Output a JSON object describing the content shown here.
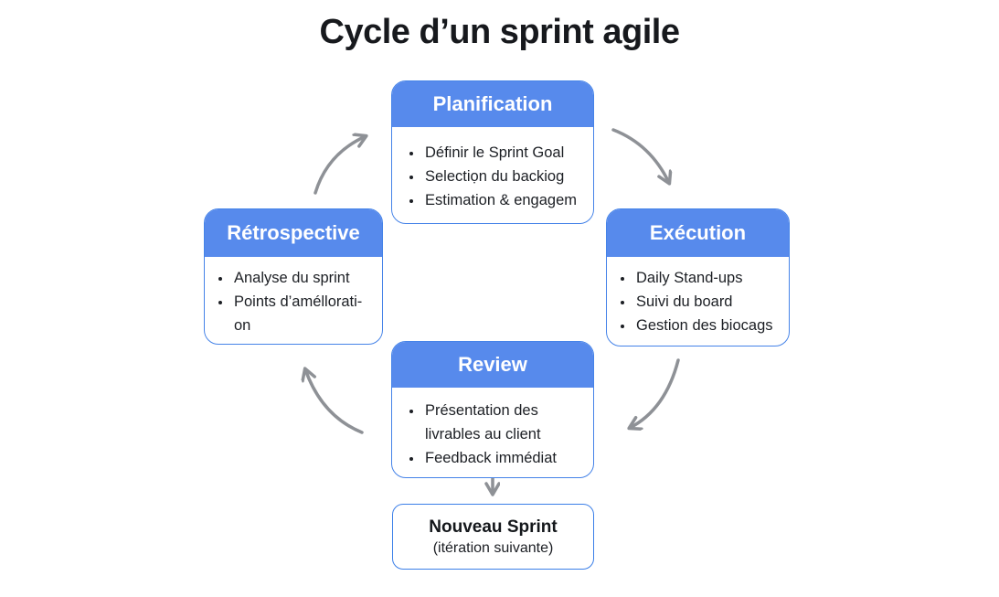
{
  "title": "Cycle d’un sprint agile",
  "colors": {
    "header_blue": "#578aec",
    "border_blue": "#4583e8",
    "arrow_gray": "#8e9196",
    "title_color": "#17191d",
    "body_text": "#1c1f24"
  },
  "nodes": {
    "planification": {
      "title": "Planification",
      "bullets": [
        "Définir le Sprint Goal",
        "Selectiọn du backiog",
        "Estimation & engagem"
      ]
    },
    "execution": {
      "title": "Exécution",
      "bullets": [
        "Daily Stand-ups",
        "Suivi du board",
        "Gestion des biocags"
      ]
    },
    "review": {
      "title": "Review",
      "bullets": [
        "Présentation des livrables au client",
        "Feedback immédiat"
      ]
    },
    "retrospective": {
      "title": "Rétrospective",
      "bullets": [
        "Analyse du sprint",
        "Points d’améllorati-on"
      ]
    },
    "nouveau_sprint": {
      "title": "Nouveau Sprint",
      "subtitle": "(itération suivante)"
    }
  },
  "arrows": [
    {
      "from": "retrospective",
      "to": "planification"
    },
    {
      "from": "planification",
      "to": "execution"
    },
    {
      "from": "execution",
      "to": "review"
    },
    {
      "from": "review",
      "to": "nouveau_sprint_via_down_arrow"
    },
    {
      "from": "review",
      "to": "retrospective"
    }
  ]
}
